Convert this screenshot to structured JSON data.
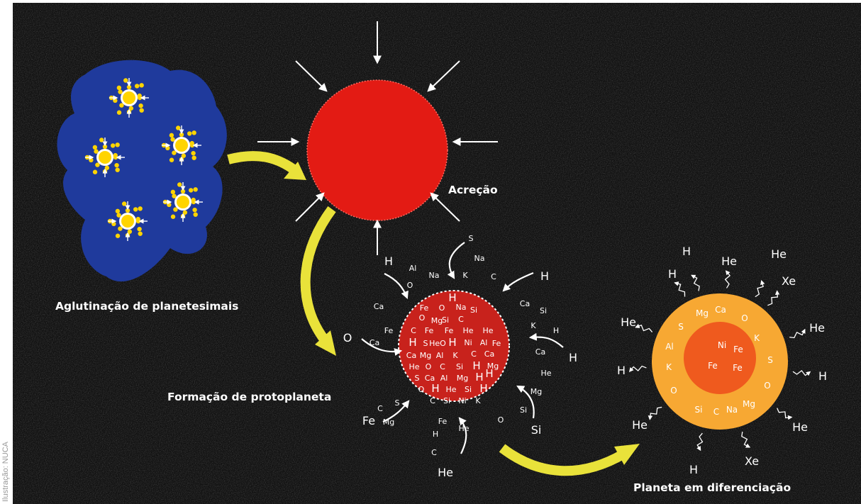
{
  "labels": {
    "aglutinacao": "Aglutinação de planetesimais",
    "acrecao": "Acreção",
    "protoplaneta": "Formação de protoplaneta",
    "diferenciacao": "Planeta em diferenciação"
  },
  "credit": "Ilustração: NUCA",
  "protoplanet_inside": [
    "H",
    "Fe",
    "O",
    "Na",
    "Si",
    "O",
    "Mg",
    "Si",
    "C",
    "C",
    "Fe",
    "Fe",
    "He",
    "He",
    "H",
    "S",
    "HeO",
    "H",
    "Ni",
    "Al",
    "Fe",
    "Ca",
    "Mg",
    "Al",
    "K",
    "C",
    "Ca",
    "He",
    "O",
    "C",
    "Si",
    "H",
    "Mg",
    "S",
    "Ca",
    "Al",
    "Mg",
    "H",
    "O",
    "H",
    "He",
    "Si",
    "H",
    "C",
    "Si",
    "Ni",
    "K",
    "H"
  ],
  "protoplanet_outside": [
    "S",
    "Na",
    "H",
    "Al",
    "Na",
    "K",
    "C",
    "H",
    "O",
    "Ca",
    "Ca",
    "Si",
    "Fe",
    "K",
    "O",
    "Ca",
    "H",
    "Ca",
    "H",
    "He",
    "C",
    "S",
    "Mg",
    "Mg",
    "Fe",
    "H",
    "Fe",
    "C",
    "He",
    "O",
    "Si",
    "Si",
    "He"
  ],
  "mantle_elements": [
    "Mg",
    "Ca",
    "S",
    "O",
    "Al",
    "K",
    "K",
    "S",
    "O",
    "O",
    "Si",
    "C",
    "Na",
    "Mg"
  ],
  "core_elements": [
    "Ni",
    "Fe",
    "Fe",
    "Fe"
  ],
  "escaping_gases": [
    "H",
    "He",
    "He",
    "H",
    "Xe",
    "He",
    "He",
    "H",
    "H",
    "He",
    "He",
    "H",
    "Xe"
  ],
  "colors": {
    "background": "#111111",
    "cloud": "#1f3a9c",
    "star": "#ffd400",
    "accretion": "#e31b14",
    "protoplanet": "#c8221c",
    "mantle": "#f7a833",
    "core": "#ef5a1e",
    "yellow_arrow": "#e9e23a",
    "text": "#ffffff"
  }
}
